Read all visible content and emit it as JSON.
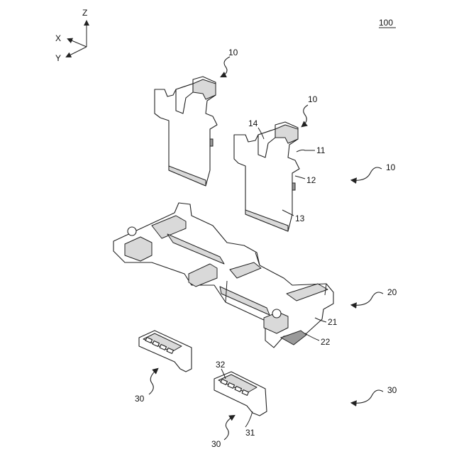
{
  "figure": {
    "number": "100"
  },
  "axes": {
    "z": "Z",
    "x": "X",
    "y": "Y"
  },
  "parts": {
    "terminal": "10",
    "housing": "20",
    "spacer": "30"
  },
  "callouts": {
    "c11": "11",
    "c12": "12",
    "c13": "13",
    "c14": "14",
    "c21": "21",
    "c22": "22",
    "c31": "31",
    "c32": "32"
  }
}
